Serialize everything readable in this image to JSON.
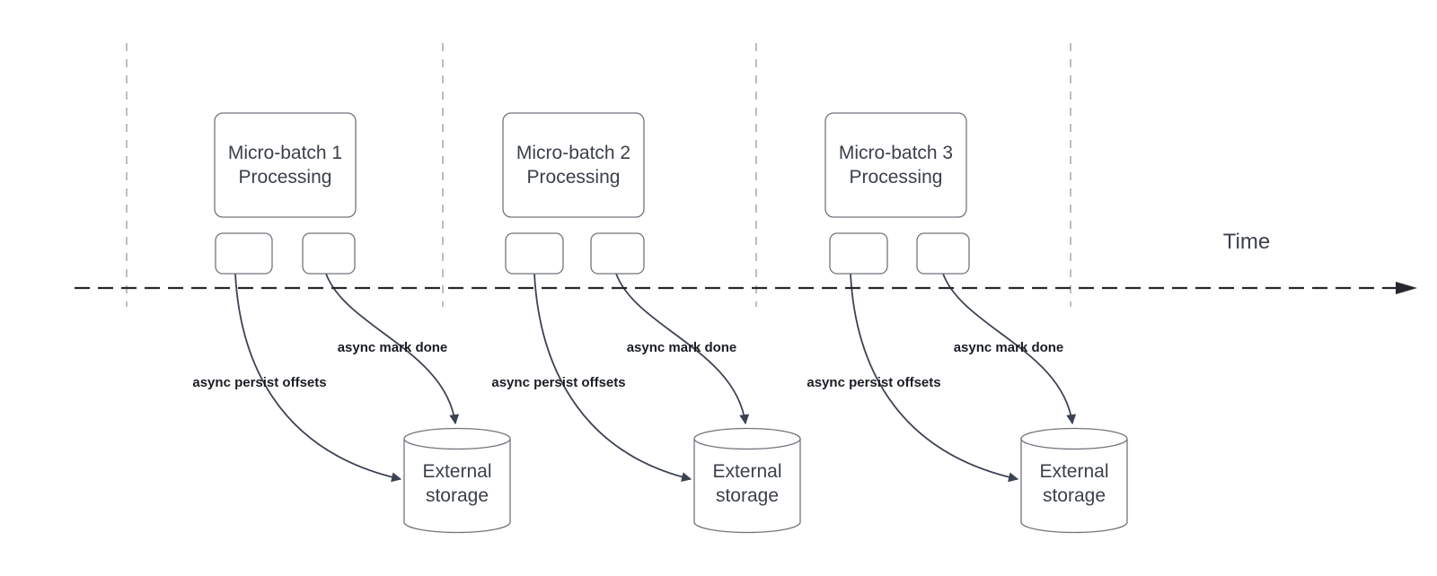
{
  "diagram": {
    "time_label": "Time",
    "groups": [
      {
        "title": "Micro-batch 1",
        "subtitle": "Processing",
        "persist_label": "async persist offsets",
        "mark_done_label": "async mark done",
        "storage_label": "External storage"
      },
      {
        "title": "Micro-batch 2",
        "subtitle": "Processing",
        "persist_label": "async persist offsets",
        "mark_done_label": "async mark done",
        "storage_label": "External storage"
      },
      {
        "title": "Micro-batch 3",
        "subtitle": "Processing",
        "persist_label": "async persist offsets",
        "mark_done_label": "async mark done",
        "storage_label": "External storage"
      }
    ]
  },
  "colors": {
    "shape-stroke": "#70757c",
    "connector": "#3b4252",
    "axis": "#26282e",
    "guide": "#a5a8ac",
    "box-text": "#3b4149",
    "label-text": "#1a1d23"
  }
}
